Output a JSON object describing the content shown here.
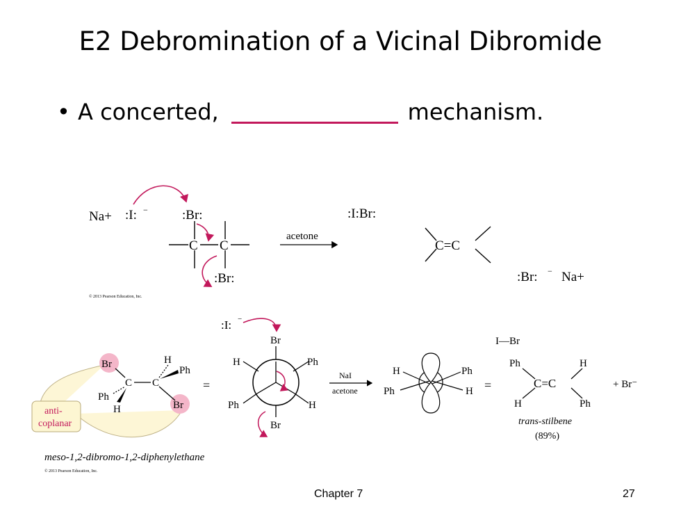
{
  "slide": {
    "title": "E2 Debromination of a Vicinal Dibromide",
    "bullet": "A concerted,",
    "bullet_end": "mechanism.",
    "footer_chapter": "Chapter 7",
    "footer_page": "27"
  },
  "top_scheme": {
    "reagent_na": "Na+",
    "iodide": ":I:",
    "br_top": ":Br:",
    "br_bottom": ":Br:",
    "arrow_label": "acetone",
    "product_ibr": ":I:Br:",
    "product_alkene": "C=C",
    "product_bromide": ":Br:",
    "product_na": "Na+",
    "copyright": "© 2013 Pearson Education, Inc."
  },
  "bottom_scheme": {
    "iodide": ":I:",
    "newman_br_top": "Br",
    "newman_br_bottom": "Br",
    "newman_h_left": "H",
    "newman_ph_right": "Ph",
    "newman_ph_left": "Ph",
    "newman_h_right": "H",
    "ibr": "I—Br",
    "reagent": "NaI",
    "solvent": "acetone",
    "anti_label_1": "anti-",
    "anti_label_2": "coplanar",
    "start_name": "meso-1,2-dibromo-1,2-diphenylethane",
    "product_name": "trans-stilbene",
    "yield": "(89%)",
    "byproduct": "+ Br⁻",
    "copyright": "© 2013 Pearson Education, Inc."
  },
  "colors": {
    "accent": "#c2185b",
    "highlight": "#f4b6c9",
    "callout": "#fdf6d2"
  }
}
